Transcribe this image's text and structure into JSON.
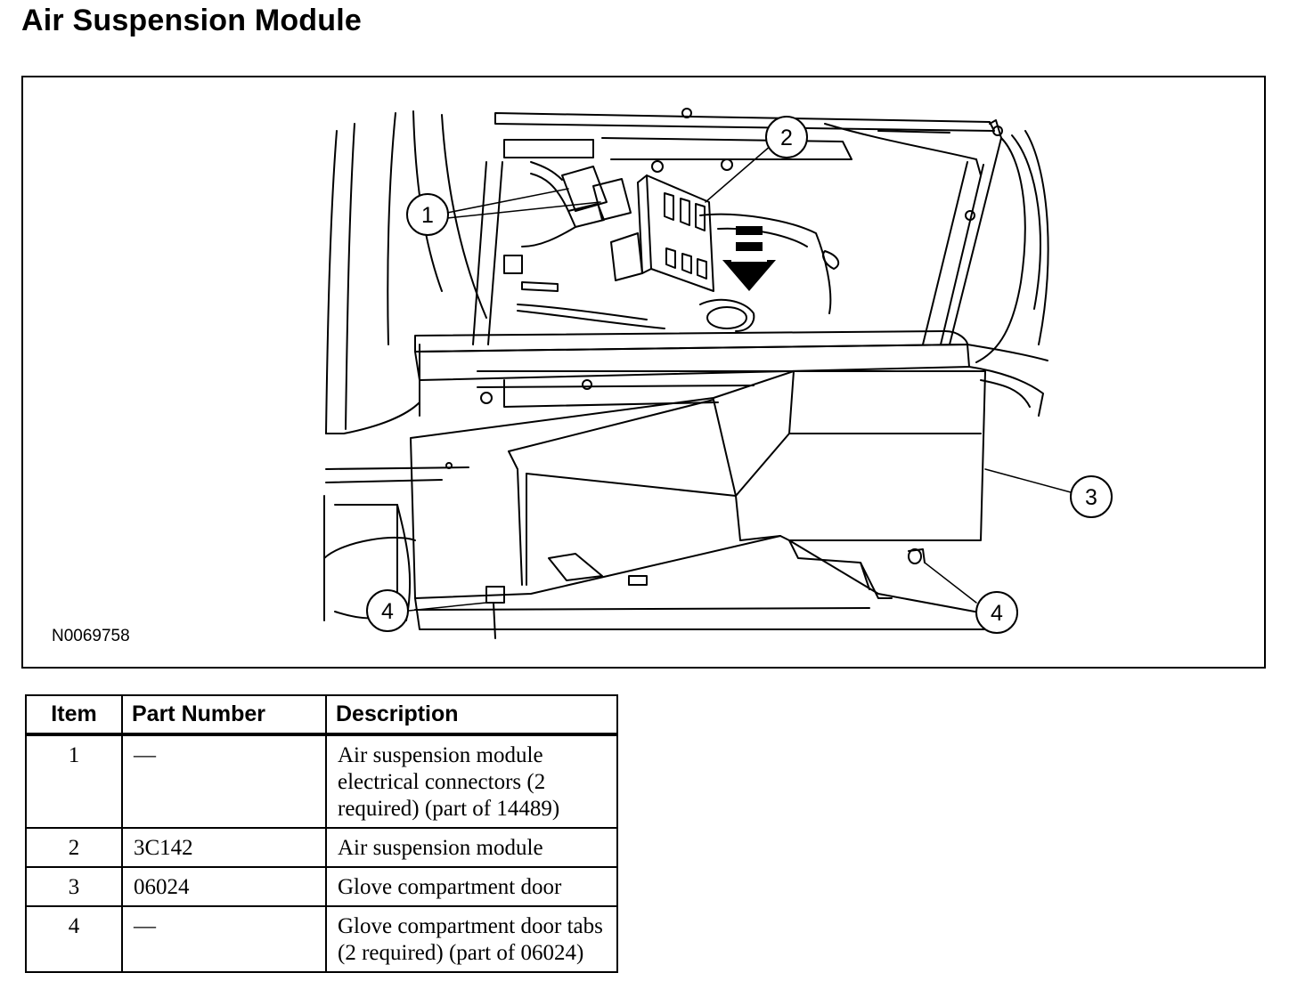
{
  "title": "Air Suspension Module",
  "figure": {
    "id": "N0069758",
    "callouts": [
      "1",
      "2",
      "3",
      "4",
      "4"
    ]
  },
  "table": {
    "headers": {
      "item": "Item",
      "part_number": "Part Number",
      "description": "Description"
    },
    "rows": [
      {
        "item": "1",
        "part_number": "—",
        "description": "Air suspension module electrical connectors (2 required) (part of 14489)"
      },
      {
        "item": "2",
        "part_number": "3C142",
        "description": "Air suspension module"
      },
      {
        "item": "3",
        "part_number": "06024",
        "description": "Glove compartment door"
      },
      {
        "item": "4",
        "part_number": "—",
        "description": "Glove compartment door tabs (2 required) (part of 06024)"
      }
    ]
  }
}
